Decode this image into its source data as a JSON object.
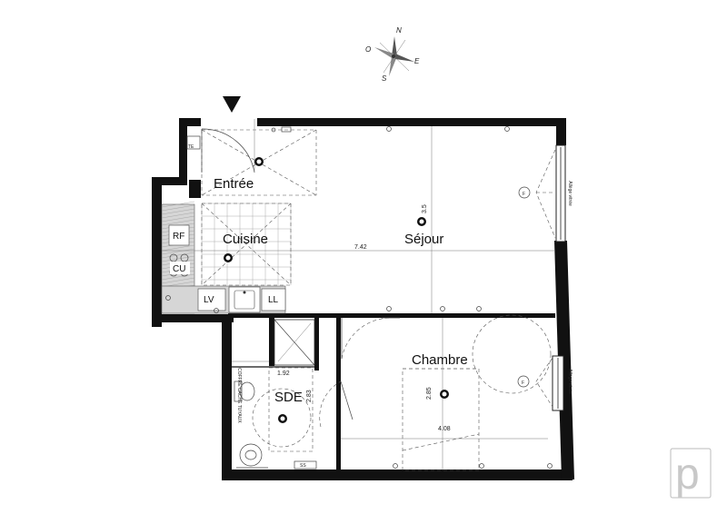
{
  "compass": {
    "north": "N",
    "south": "S",
    "east": "E",
    "west": "O"
  },
  "rooms": {
    "entree": "Entrée",
    "cuisine": "Cuisine",
    "sejour": "Séjour",
    "chambre": "Chambre",
    "sde": "SDE"
  },
  "fixtures": {
    "rf": "RF",
    "cu": "CU",
    "lv": "LV",
    "ll": "LL",
    "ss": "SS",
    "f_sejour": "F",
    "f_chambre": "F"
  },
  "dimensions": {
    "sejour_width": "7.42",
    "sejour_depth": "3.5",
    "sde_width": "1.92",
    "sde_depth": "2.83",
    "chambre_depth": "2.85",
    "chambre_width": "4.08"
  },
  "annotations": {
    "allege_sejour": "Allège vitrée",
    "allege_chambre": "Allège vitrée",
    "coffre": "COFFRE CACHE TUYAUX"
  },
  "logo": "p"
}
